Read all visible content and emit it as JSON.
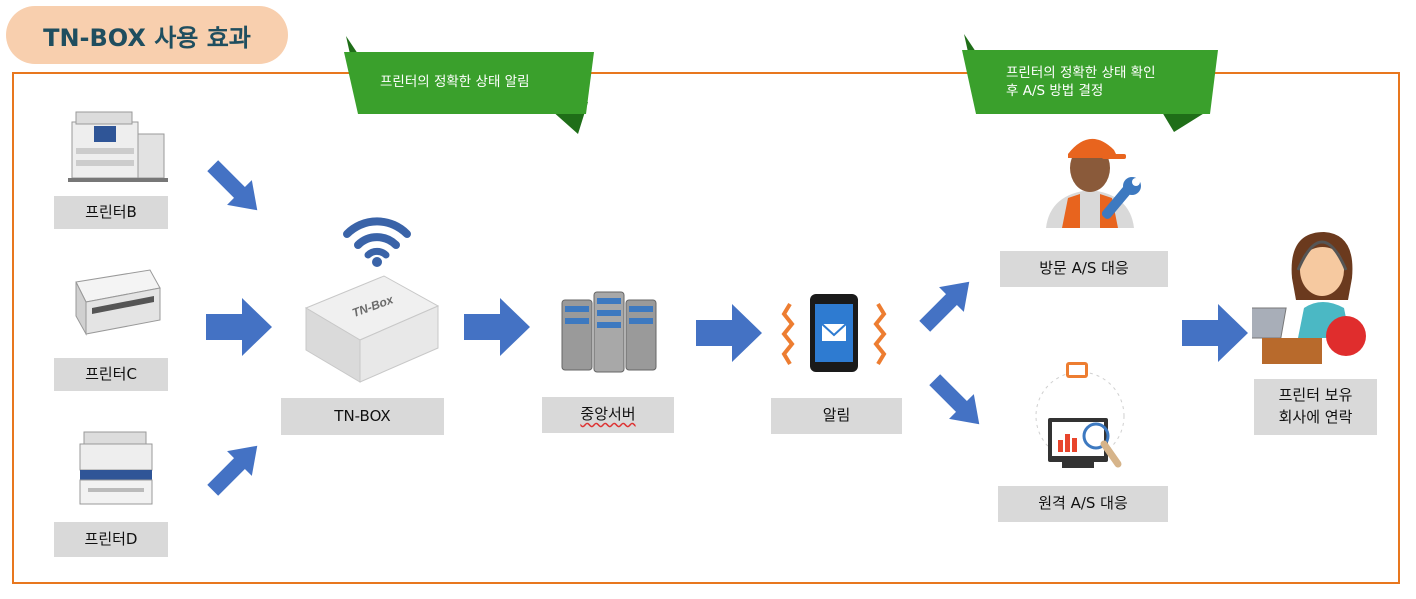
{
  "title": "TN-BOX  사용 효과",
  "banners": {
    "left": "프린터의 정확한 상태  알림",
    "right_line1": "프린터의 정확한 상태  확인",
    "right_line2": "후 A/S 방법 결정"
  },
  "printers": [
    "프린터B",
    "프린터C",
    "프린터D"
  ],
  "nodes": {
    "tnbox": "TN-BOX",
    "server": "중앙서버",
    "alert": "알림",
    "visit": "방문 A/S 대응",
    "remote": "원격 A/S 대응",
    "contact_line1": "프린터 보유",
    "contact_line2": "회사에 연락"
  },
  "device_text": "TN-Box",
  "colors": {
    "accent_orange": "#e8771e",
    "title_bg": "#f8cfae",
    "banner_green": "#3aa02c",
    "arrow_blue": "#4472c4",
    "label_gray": "#d9d9d9"
  }
}
